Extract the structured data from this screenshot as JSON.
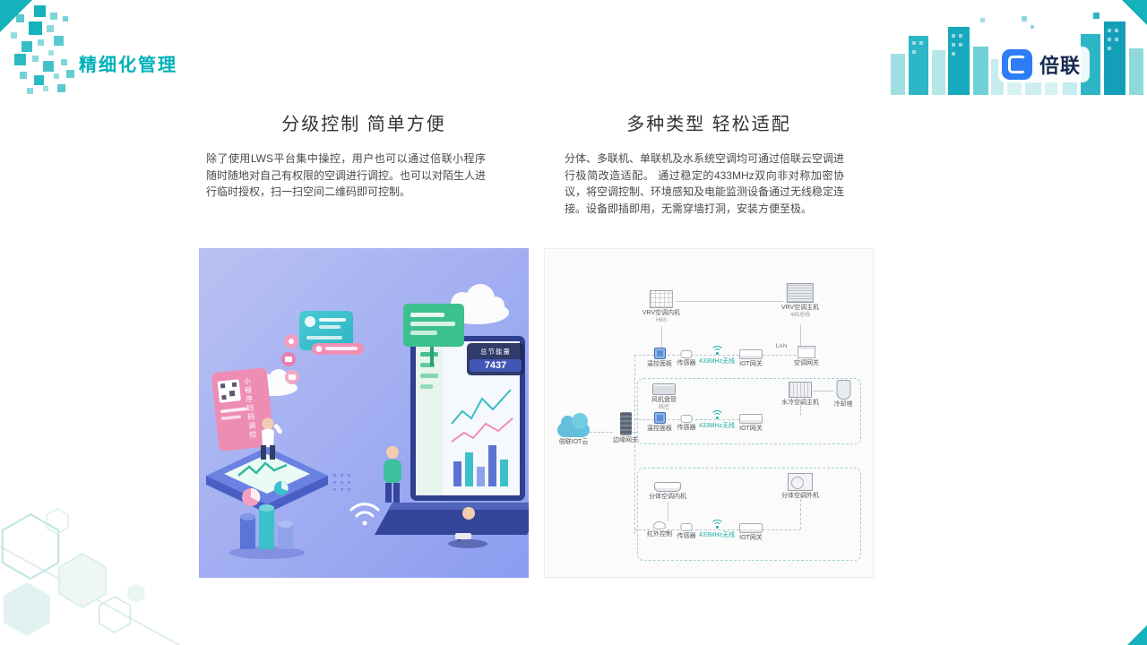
{
  "page": {
    "title": "精细化管理"
  },
  "logo": {
    "text": "倍联"
  },
  "left_section": {
    "heading": "分级控制 简单方便",
    "body": "除了使用LWS平台集中操控，用户也可以通过倍联小程序随时随地对自己有权限的空调进行调控。也可以对陌生人进行临时授权，扫一扫空间二维码即可控制。",
    "illustration": {
      "qr_card_text": "小程序扫码调控",
      "stat_label": "总节能量",
      "stat_value": "7437"
    }
  },
  "right_section": {
    "heading": "多种类型 轻松适配",
    "body": "分体、多联机、单联机及水系统空调均可通过倍联云空调进行极简改造适配。 通过稳定的433MHz双向非对称加密协议，将空调控制、环境感知及电能监测设备通过无线稳定连接。设备即插即用，无需穿墙打洞，安装方便至极。",
    "diagram": {
      "cloud": "倍联IOT云",
      "edge_gateway": "边缘网关",
      "vrv": {
        "indoor": "VRV空调内机",
        "indoor_bus": "HBS",
        "outdoor": "VRV空调主机",
        "outdoor_bus": "485总线",
        "panel": "温控面板",
        "sensor": "传感器",
        "wireless": "433MHz无线",
        "gateway": "IOT网关",
        "lan": "LAN",
        "ac_gateway": "空调网关"
      },
      "fancoil": {
        "unit": "风机盘管",
        "controller": "线控",
        "chiller": "水冷空调主机",
        "tower": "冷却塔",
        "panel": "温控面板",
        "sensor": "传感器",
        "wireless": "433MHz无线",
        "gateway": "IOT网关"
      },
      "split": {
        "indoor": "分体空调内机",
        "outdoor": "分体空调外机",
        "ir": "红外控制",
        "sensor": "传感器",
        "wireless": "433MHz无线",
        "gateway": "IOT网关"
      }
    }
  }
}
